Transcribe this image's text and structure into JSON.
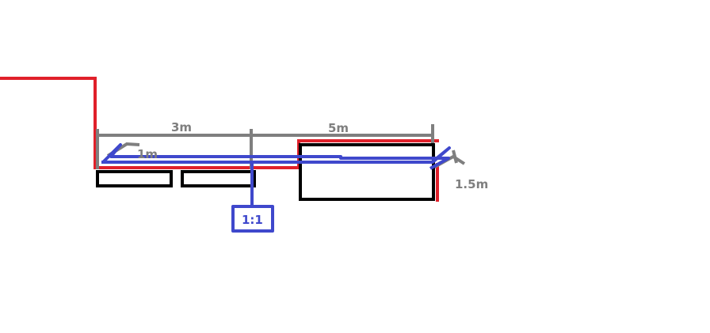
{
  "colors": {
    "red": "#e0202a",
    "blue": "#3f48cc",
    "grey": "#7f7f7f",
    "black": "#000000"
  },
  "labels": {
    "dim_3m": "3m",
    "dim_5m": "5m",
    "dim_1m": "1m",
    "dim_1_5m": "1.5m",
    "scale": "1:1"
  }
}
